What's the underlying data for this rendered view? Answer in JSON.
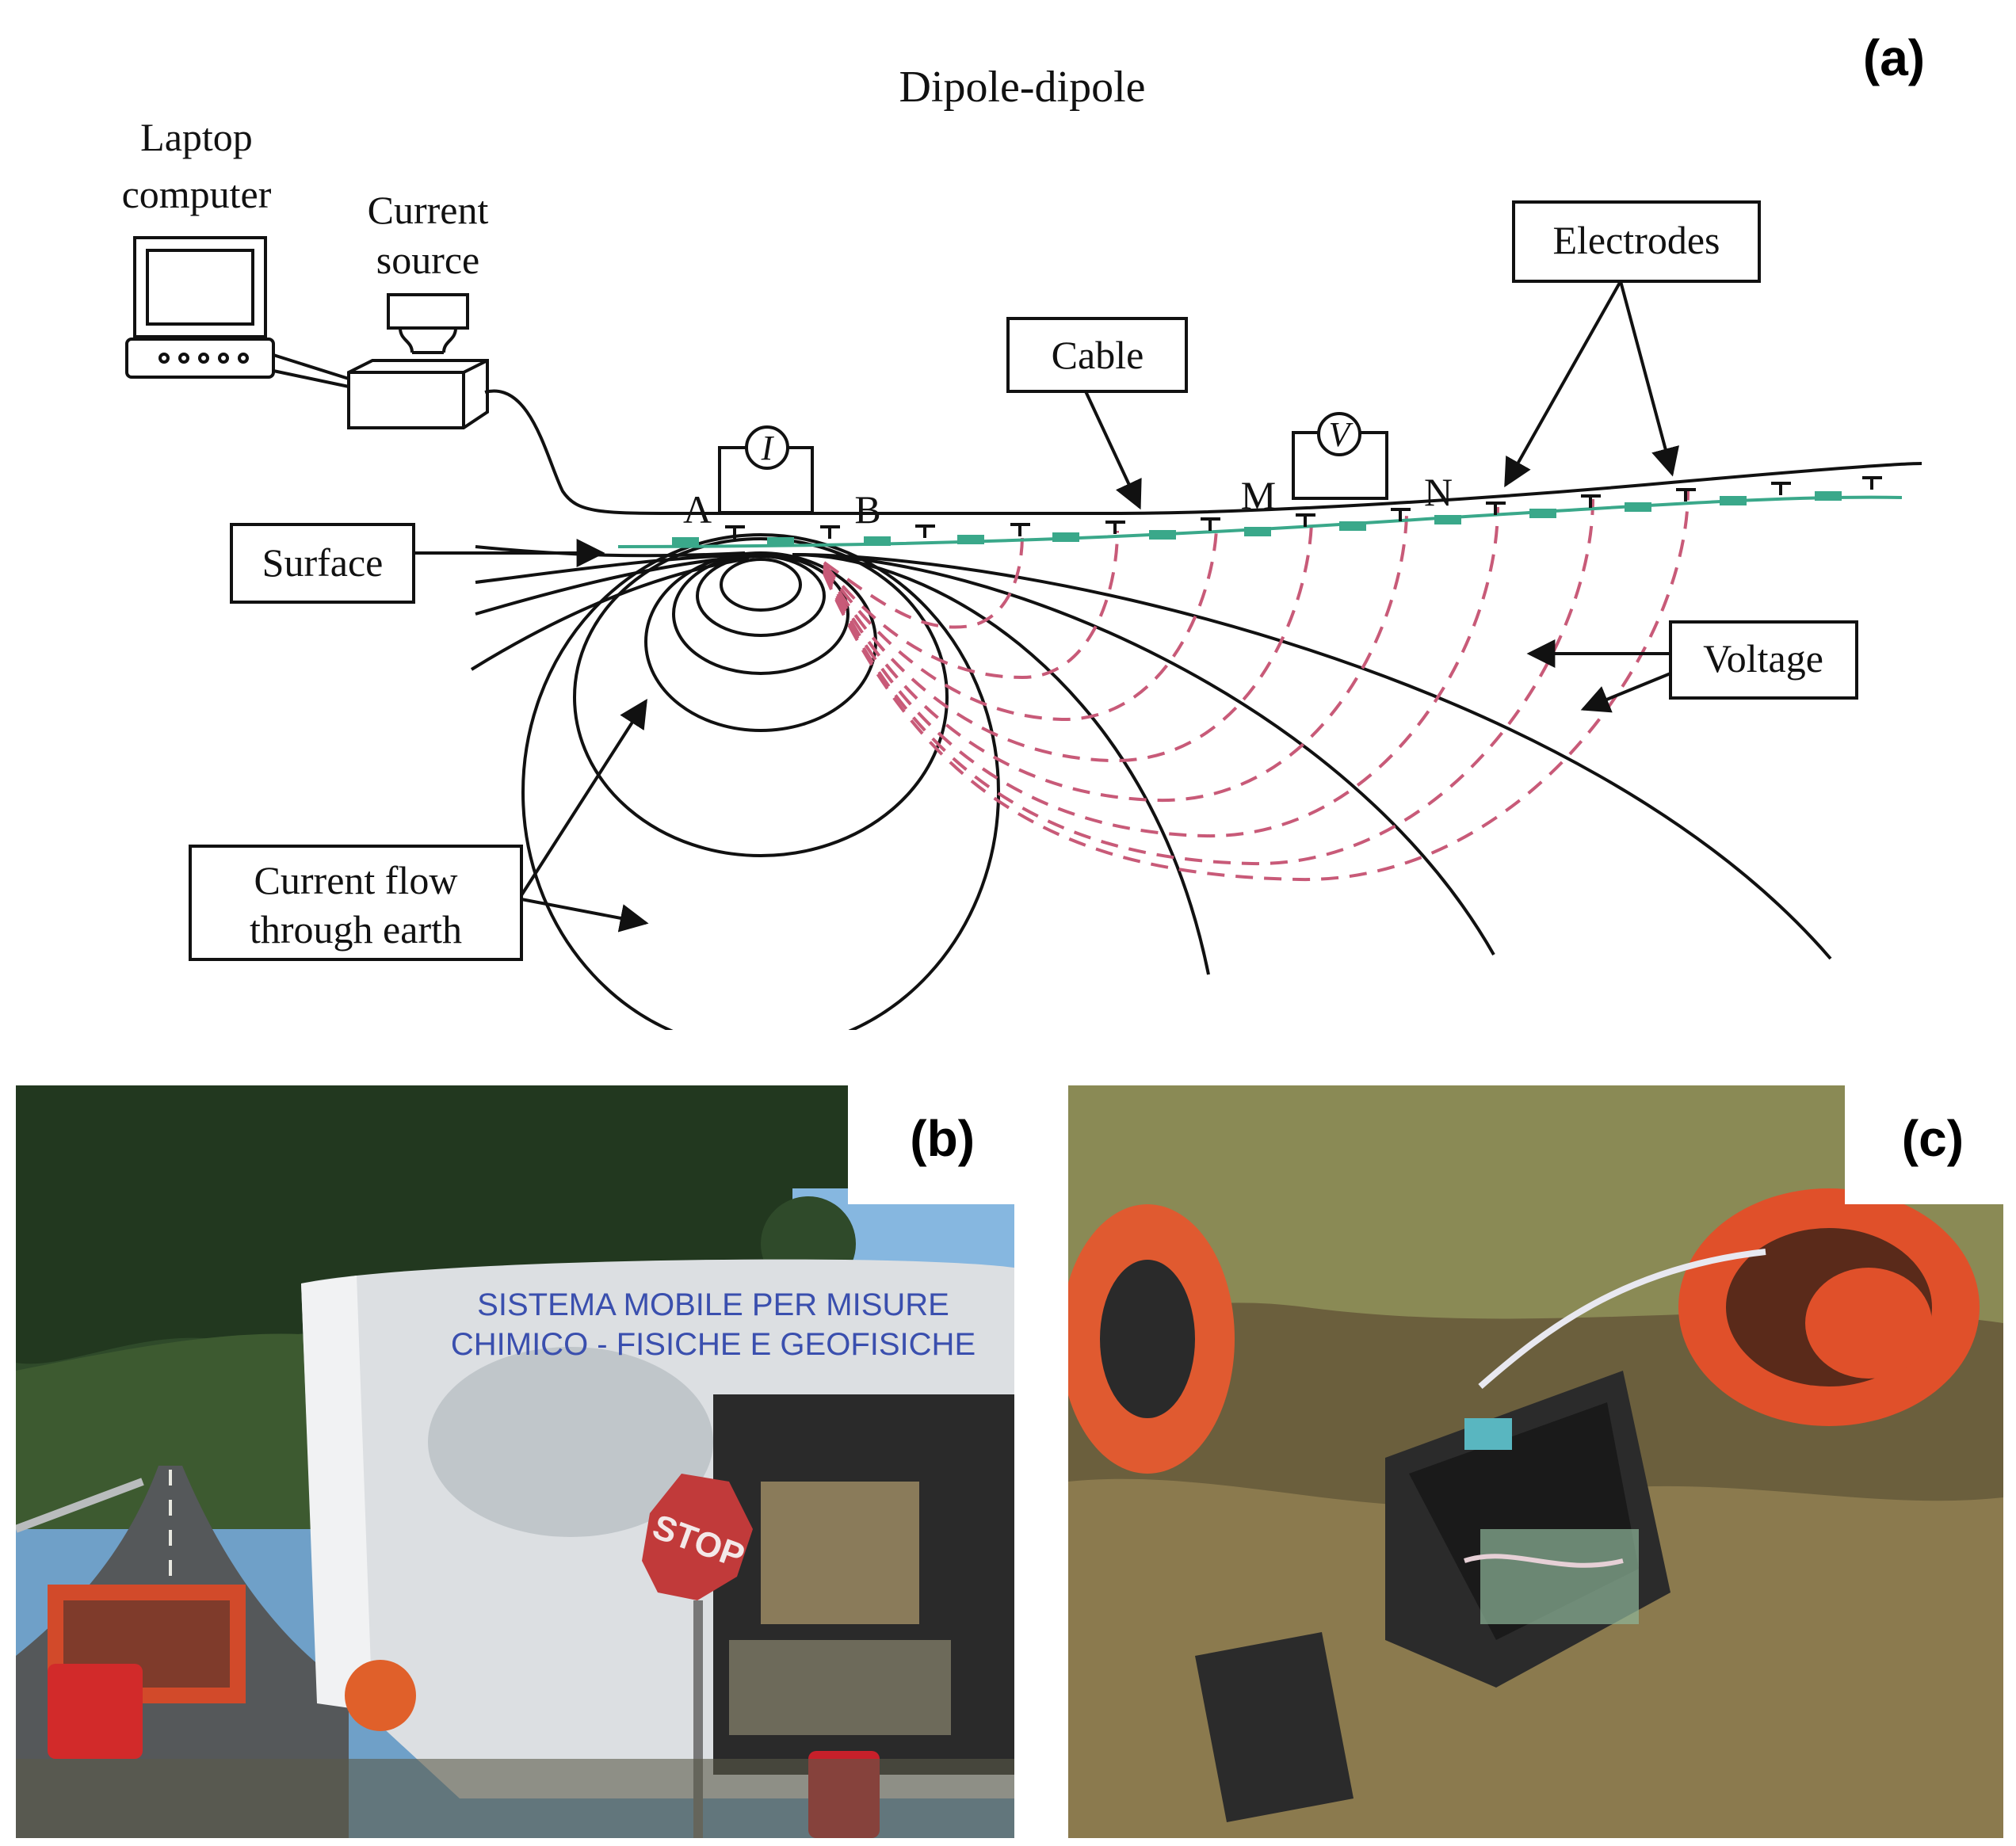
{
  "panel_a": {
    "tag": "(a)",
    "title": "Dipole-dipole",
    "laptop_label": [
      "Laptop",
      "computer"
    ],
    "source_label": [
      "Current",
      "source"
    ],
    "electrodes_label": "Electrodes",
    "cable_label": "Cable",
    "surface_label": "Surface",
    "voltage_label": "Voltage",
    "current_flow_label": [
      "Current flow",
      "through earth"
    ],
    "meter_i": "I",
    "meter_v": "V",
    "electrode_letters": {
      "a": "A",
      "b": "B",
      "m": "M",
      "n": "N"
    },
    "colors": {
      "line": "#111111",
      "surface": "#3aa88a",
      "voltage": "#c85a78"
    }
  },
  "panel_b": {
    "tag": "(b)",
    "van_text": [
      "SISTEMA MOBILE PER MISURE",
      "CHIMICO - FISICHE E GEOFISICHE"
    ],
    "sign_text": "STOP"
  },
  "panel_c": {
    "tag": "(c)"
  }
}
